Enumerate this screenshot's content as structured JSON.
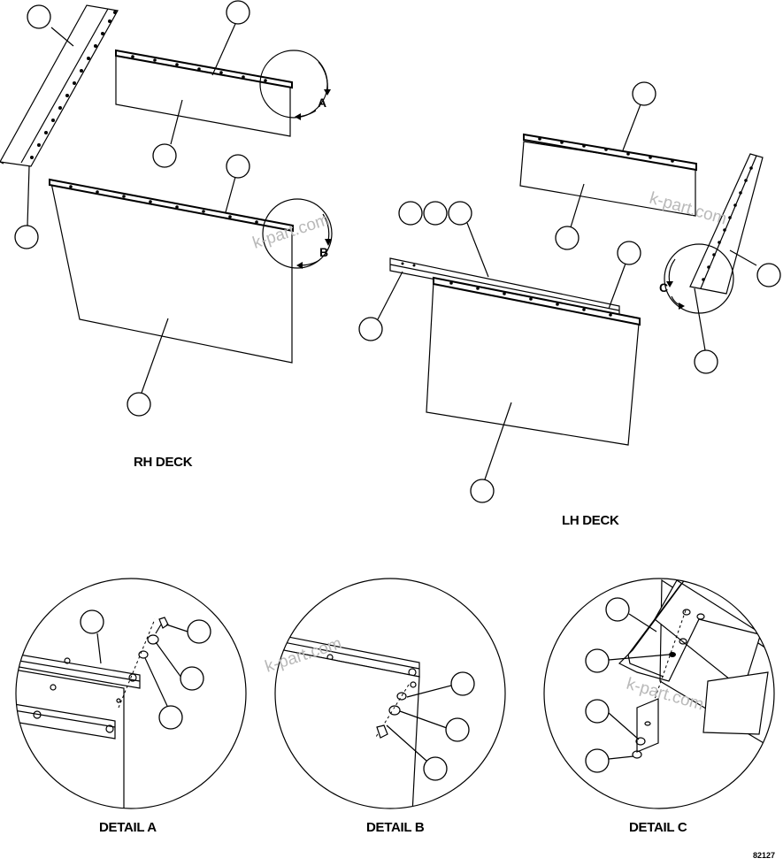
{
  "drawing": {
    "number": "82127",
    "watermark": "k-part.com"
  },
  "views": {
    "rh_deck_label": "RH DECK",
    "lh_deck_label": "LH DECK"
  },
  "details": {
    "a": {
      "label": "DETAIL A",
      "letter": "A"
    },
    "b": {
      "label": "DETAIL B",
      "letter": "B"
    },
    "c": {
      "label": "DETAIL C",
      "letter": "C"
    }
  }
}
